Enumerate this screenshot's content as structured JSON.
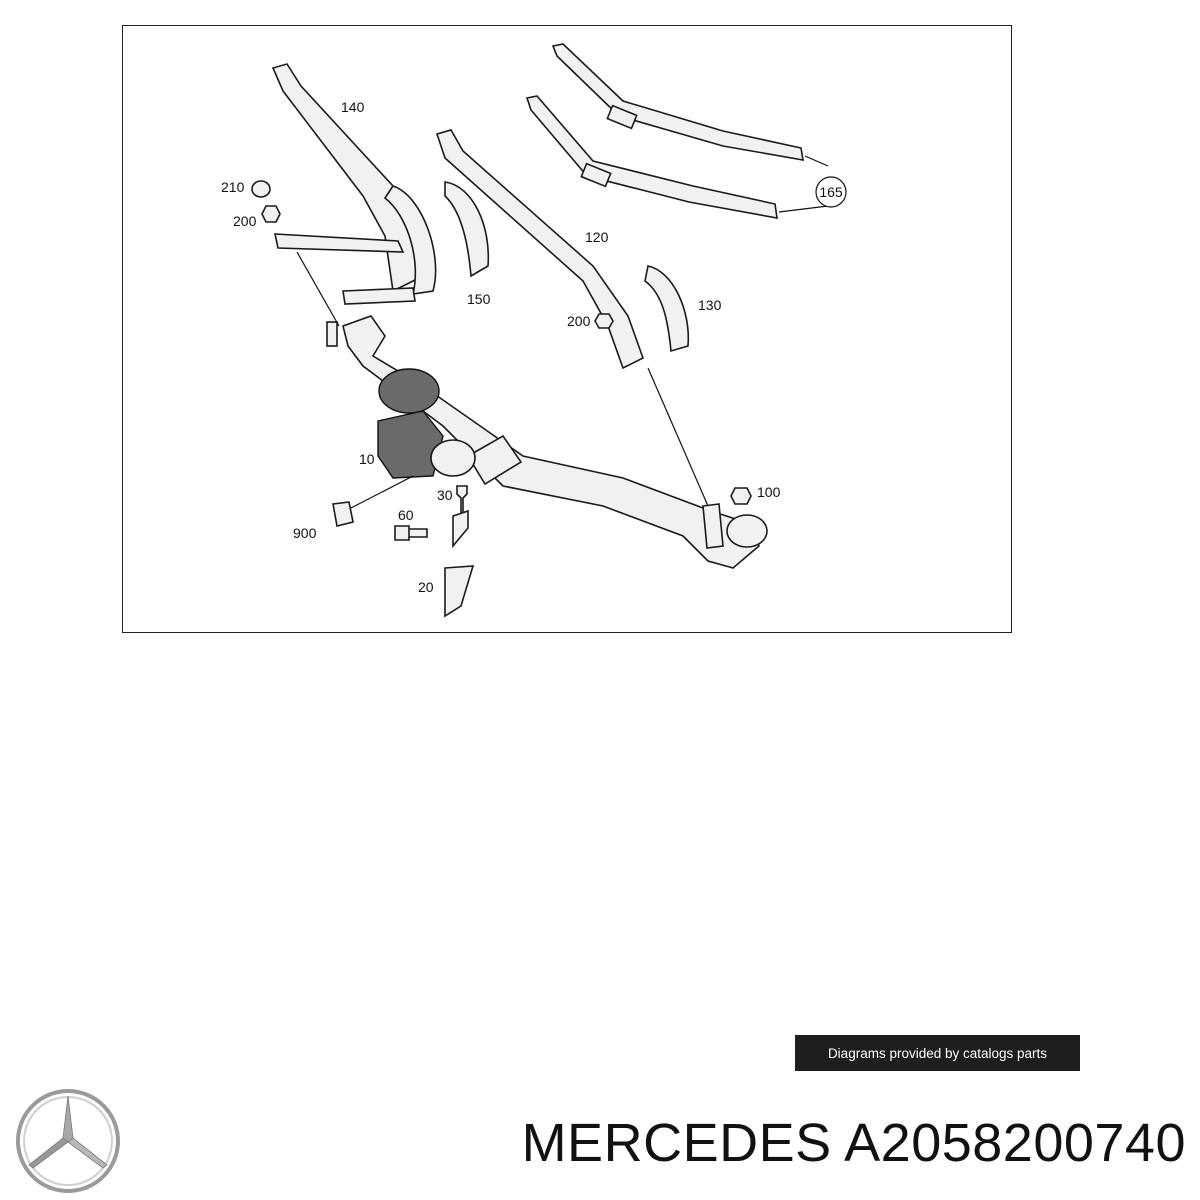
{
  "diagram": {
    "callouts": {
      "c140": "140",
      "c210": "210",
      "c200a": "200",
      "c150": "150",
      "c120": "120",
      "c200b": "200",
      "c130": "130",
      "c165": "165",
      "c10": "10",
      "c30": "30",
      "c100": "100",
      "c60": "60",
      "c900": "900",
      "c20": "20"
    }
  },
  "credit": {
    "text": "Diagrams provided by catalogs parts"
  },
  "brand": {
    "logo_icon": "mercedes-star-icon"
  },
  "title": {
    "text": "MERCEDES A2058200740"
  }
}
